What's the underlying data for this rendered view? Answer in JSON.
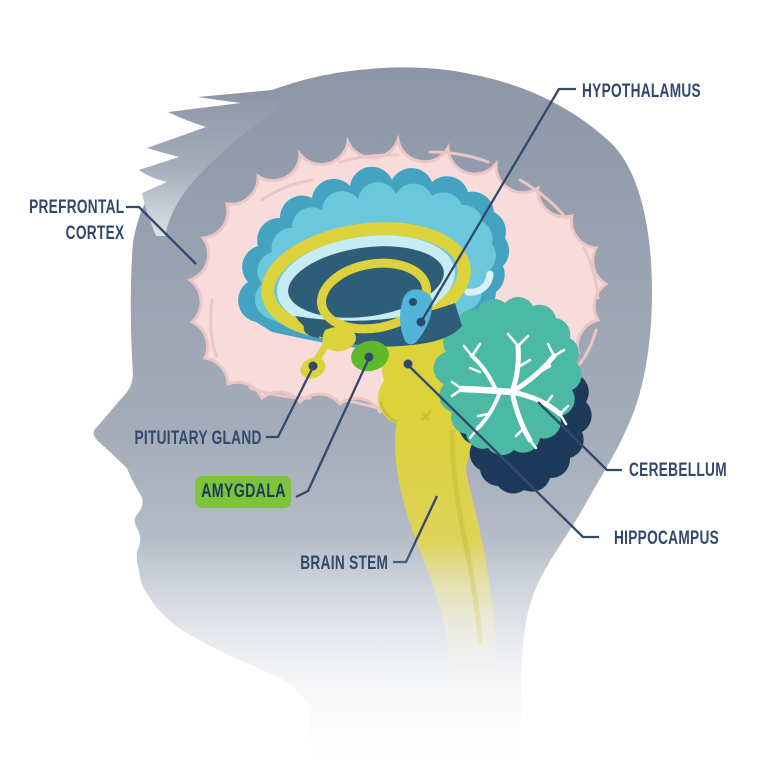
{
  "diagram": {
    "description": "Sagittal brain anatomy diagram inside a human head silhouette",
    "labels": {
      "hypothalamus": "HYPOTHALAMUS",
      "prefrontal_line1": "PREFRONTAL",
      "prefrontal_line2": "CORTEX",
      "pituitary_gland": "PITUITARY GLAND",
      "amygdala": "AMYGDALA",
      "brain_stem": "BRAIN STEM",
      "cerebellum": "CEREBELLUM",
      "hippocampus": "HIPPOCAMPUS"
    },
    "highlighted_label": "amygdala",
    "colors": {
      "background": "#ffffff",
      "silhouette": "#8d97a7",
      "cortex_pink": "#f7dcdb",
      "cortex_outline": "#ecc5c5",
      "band_teal": "#45a3c2",
      "inner_blue": "#6ac7dc",
      "pale_blue": "#c8ecf4",
      "deep_navy": "#2e5d78",
      "limbic_yellow": "#dcd23b",
      "cerebellum_teal": "#4bb9a4",
      "occipital_navy": "#1e3a5b",
      "hypothalamus_blue": "#52b4d6",
      "amygdala_green": "#5eb92d",
      "highlight_green": "#7cc43c",
      "label_text": "#31496b",
      "leader_line": "#31496b",
      "arbor_vitae_white": "#ffffff"
    }
  }
}
